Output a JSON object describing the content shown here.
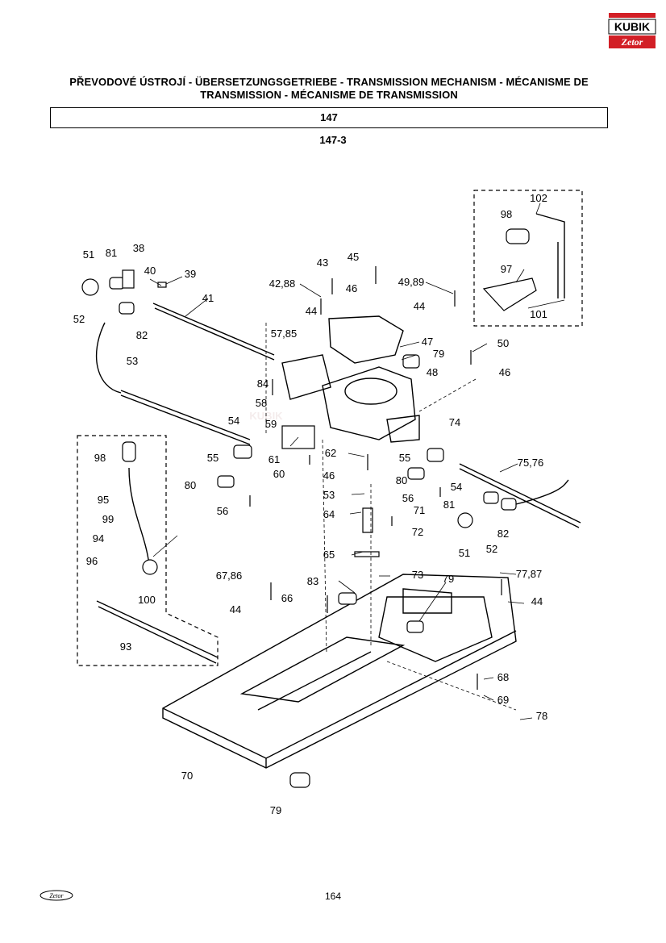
{
  "header": {
    "title": "PŘEVODOVÉ ÚSTROJÍ - ÜBERSETZUNGSGETRIEBE - TRANSMISSION MECHANISM - MÉCANISME DE TRANSMISSION - MÉCANISME DE TRANSMISSION",
    "group_code": "147",
    "figure_code": "147-3"
  },
  "logo": {
    "brand_top": "KUBIK",
    "brand_bottom": "Zetor",
    "accent_color": "#d21f26"
  },
  "callouts": [
    "51",
    "81",
    "38",
    "40",
    "39",
    "41",
    "52",
    "82",
    "53",
    "42,88",
    "43",
    "45",
    "46",
    "49,89",
    "44",
    "44",
    "57,85",
    "47",
    "79",
    "48",
    "50",
    "46",
    "84",
    "58",
    "59",
    "54",
    "61",
    "60",
    "62",
    "74",
    "55",
    "75,76",
    "46",
    "55",
    "98",
    "80",
    "53",
    "80",
    "54",
    "95",
    "56",
    "64",
    "56",
    "71",
    "81",
    "99",
    "72",
    "82",
    "94",
    "65",
    "51",
    "52",
    "96",
    "100",
    "73",
    "79",
    "67,86",
    "83",
    "77,87",
    "44",
    "66",
    "44",
    "93",
    "68",
    "69",
    "78",
    "70",
    "79",
    "98",
    "102",
    "97",
    "101"
  ],
  "footer": {
    "page_number": "164",
    "footer_logo": "Zetor"
  }
}
